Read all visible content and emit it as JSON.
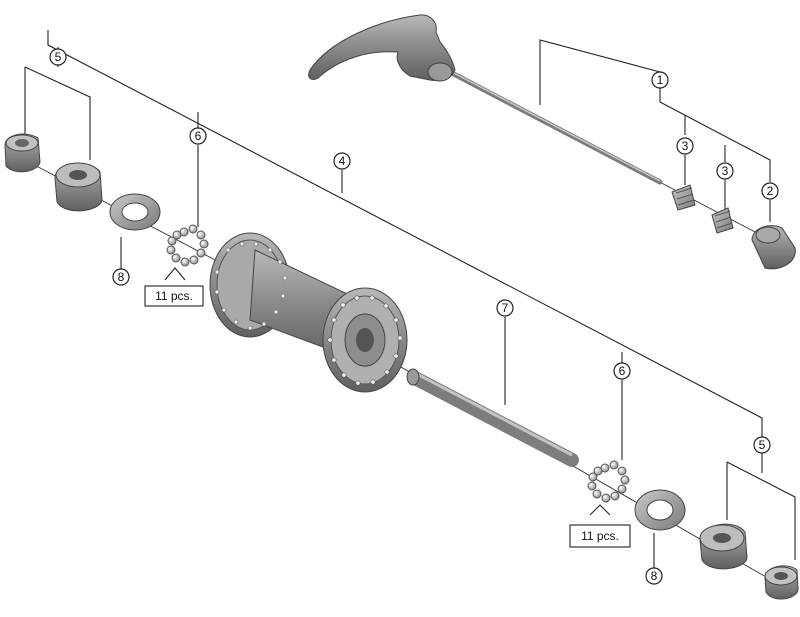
{
  "callouts": {
    "c1": "1",
    "c2": "2",
    "c3a": "3",
    "c3b": "3",
    "c4": "4",
    "c5a": "5",
    "c5b": "5",
    "c6a": "6",
    "c6b": "6",
    "c7": "7",
    "c8a": "8",
    "c8b": "8"
  },
  "quantities": {
    "left_balls": "11 pcs.",
    "right_balls": "11 pcs."
  }
}
